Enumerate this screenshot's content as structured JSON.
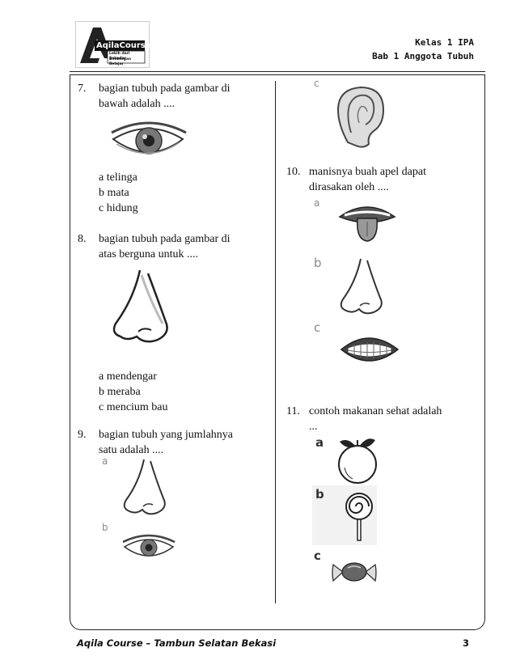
{
  "header": {
    "logo_name": "AqilaCourse",
    "logo_tagline1": "Lebih dari Sekedar",
    "logo_tagline2": "Bimbingan Belajar",
    "class_label": "Kelas 1 IPA",
    "chapter_label": "Bab 1 Anggota Tubuh"
  },
  "questions": {
    "q7": {
      "number": "7.",
      "line1": "bagian tubuh pada gambar di",
      "line2": "bawah adalah ....",
      "options": [
        "a telinga",
        "b mata",
        "c hidung"
      ]
    },
    "q8": {
      "number": "8.",
      "line1": "bagian tubuh pada gambar di",
      "line2": "atas berguna untuk ....",
      "options": [
        "a mendengar",
        "b meraba",
        "c mencium bau"
      ]
    },
    "q9": {
      "number": "9.",
      "line1": "bagian tubuh yang jumlahnya",
      "line2": "satu adalah ....",
      "labels": [
        "a",
        "b",
        "c"
      ]
    },
    "q10": {
      "number": "10.",
      "line1": "manisnya buah apel dapat",
      "line2": "dirasakan oleh ....",
      "labels": [
        "a",
        "b",
        "c"
      ]
    },
    "q11": {
      "number": "11.",
      "line1": "contoh makanan sehat adalah",
      "line2": "...",
      "labels": [
        "a",
        "b",
        "c"
      ]
    }
  },
  "footer": {
    "left": "Aqila Course – Tambun Selatan Bekasi",
    "page": "3"
  }
}
